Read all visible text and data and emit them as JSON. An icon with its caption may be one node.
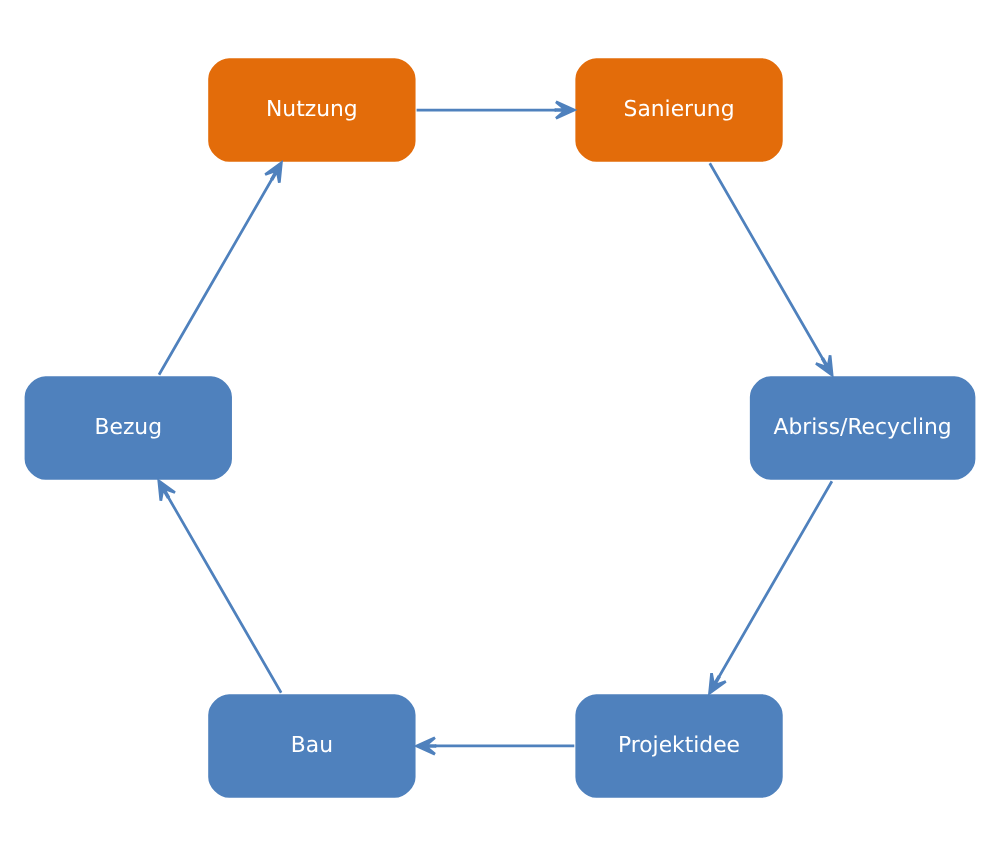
{
  "diagram": {
    "nodes": [
      {
        "text": [
          "Projektidee"
        ]
      },
      {
        "text": [
          "Bau"
        ]
      },
      {
        "text": [
          "Bezug"
        ]
      },
      {
        "text": [
          "Nutzung"
        ]
      },
      {
        "text": [
          "Sanierung"
        ]
      },
      {
        "text": [
          "Abriss/Recycling"
        ]
      }
    ],
    "edges": [
      {
        "from": 0,
        "to": 1,
        "arrow": "to"
      },
      {
        "from": 1,
        "to": 2,
        "arrow": "to"
      },
      {
        "from": 2,
        "to": 3,
        "arrow": "to"
      },
      {
        "from": 3,
        "to": 4,
        "arrow": "to"
      },
      {
        "from": 4,
        "to": 5,
        "arrow": "to"
      },
      {
        "from": 5,
        "to": 0,
        "arrow": "to"
      }
    ]
  }
}
